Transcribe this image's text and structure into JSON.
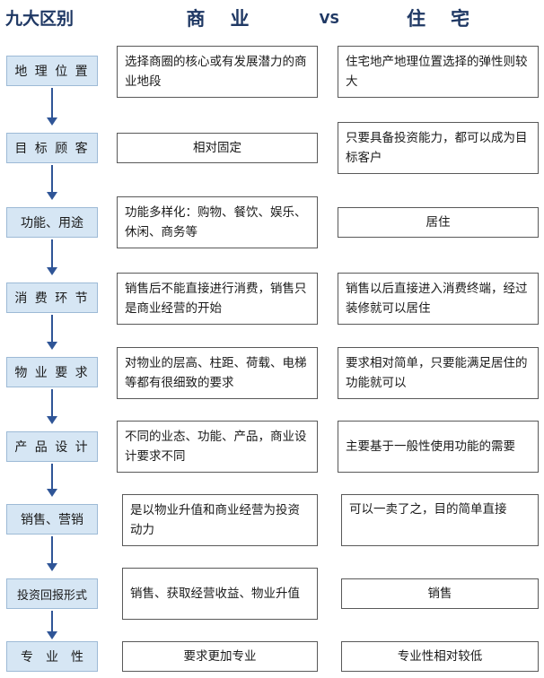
{
  "header": {
    "category": "九大区别",
    "commercial": "商业",
    "vs": "VS",
    "residential": "住宅"
  },
  "rows": [
    {
      "label": "地 理 位 置",
      "commercial": "选择商圈的核心或有发展潜力的商业地段",
      "residential": "住宅地产地理位置选择的弹性则较大"
    },
    {
      "label": "目 标 顾 客",
      "commercial": "相对固定",
      "residential": "只要具备投资能力，都可以成为目标客户"
    },
    {
      "label": "功能、用途",
      "commercial": "功能多样化：购物、餐饮、娱乐、休闲、商务等",
      "residential": "居住"
    },
    {
      "label": "消 费 环 节",
      "commercial": "销售后不能直接进行消费，销售只是商业经营的开始",
      "residential": "销售以后直接进入消费终端，经过装修就可以居住"
    },
    {
      "label": "物 业 要 求",
      "commercial": "对物业的层高、柱距、荷载、电梯等都有很细致的要求",
      "residential": "要求相对简单，只要能满足居住的功能就可以"
    },
    {
      "label": "产 品 设 计",
      "commercial": "不同的业态、功能、产品，商业设计要求不同",
      "residential": "主要基于一般性使用功能的需要"
    },
    {
      "label": "销售、营销",
      "commercial": "是以物业升值和商业经营为投资动力",
      "residential": "可以一卖了之，目的简单直接"
    },
    {
      "label": "投资回报形式",
      "commercial": "销售、获取经营收益、物业升值",
      "residential": "销售"
    },
    {
      "label": "专　业　性",
      "commercial": "要求更加专业",
      "residential": "专业性相对较低"
    }
  ],
  "colors": {
    "label_fill": "#d6e6f4",
    "arrow": "#2f5597",
    "header_text": "#1f3864"
  }
}
